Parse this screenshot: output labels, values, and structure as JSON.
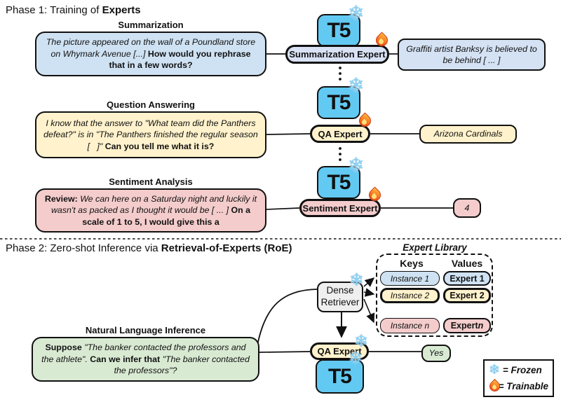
{
  "t5_label": "T5",
  "colors": {
    "t5_blue": "#62C9F2",
    "summarization_blue": "#CFE2F3",
    "expert_lavender": "#D9E2F5",
    "qa_yellow": "#FFF2CC",
    "sentiment_pink": "#F4CCCC",
    "nli_green": "#D9EAD3",
    "retriever_gray": "#EFEFEF"
  },
  "icons": {
    "frozen": "snowflake-icon",
    "trainable": "flame-icon"
  },
  "phase1": {
    "title_prefix": "Phase 1: Training of ",
    "title_bold": "Experts",
    "summarization": {
      "heading": "Summarization",
      "input_italic": "The picture appeared on the wall of a Poundland store on Whymark Avenue [...] ",
      "input_bold": "How would you rephrase that in a few words?",
      "expert_label": "Summarization Expert",
      "output": "Graffiti artist Banksy is believed to be behind [ ... ]"
    },
    "qa": {
      "heading": "Question Answering",
      "input_italic": "I know that the answer to \"What team did the Panthers defeat?\" is in \"The Panthers finished the regular season [   ]\" ",
      "input_bold": "Can you tell me what it is?",
      "expert_label": "QA Expert",
      "output": "Arizona Cardinals"
    },
    "sentiment": {
      "heading": "Sentiment Analysis",
      "input_bold_prefix": "Review: ",
      "input_italic": "We can here on a Saturday night and luckily it wasn't as packed as I thought it would be [ ... ] ",
      "input_bold": "On a scale of 1 to 5, I would give this a",
      "expert_label": "Sentiment Expert",
      "output": "4"
    }
  },
  "phase2": {
    "title_prefix": "Phase 2: Zero-shot Inference via ",
    "title_bold": "Retrieval-of-Experts (RoE)",
    "library": {
      "title": "Expert Library",
      "keys_header": "Keys",
      "values_header": "Values",
      "rows": [
        {
          "key": "Instance 1",
          "value": "Expert 1",
          "value_italic": ""
        },
        {
          "key": "Instance 2",
          "value": "Expert 2",
          "value_italic": ""
        },
        {
          "key": "Instance n",
          "value": "Expert ",
          "value_italic": "n"
        }
      ]
    },
    "retriever_label": "Dense Retriever",
    "nli": {
      "heading": "Natural Language Inference",
      "seg_bold_1": "Suppose ",
      "seg_italic_1": "\"The banker contacted the professors and the athlete\". ",
      "seg_bold_2": "Can we infer that ",
      "seg_italic_2": "\"The banker contacted the professors\"?",
      "expert_label": "QA Expert",
      "output": "Yes"
    }
  },
  "legend": {
    "frozen": "= Frozen",
    "trainable": "= Trainable"
  }
}
